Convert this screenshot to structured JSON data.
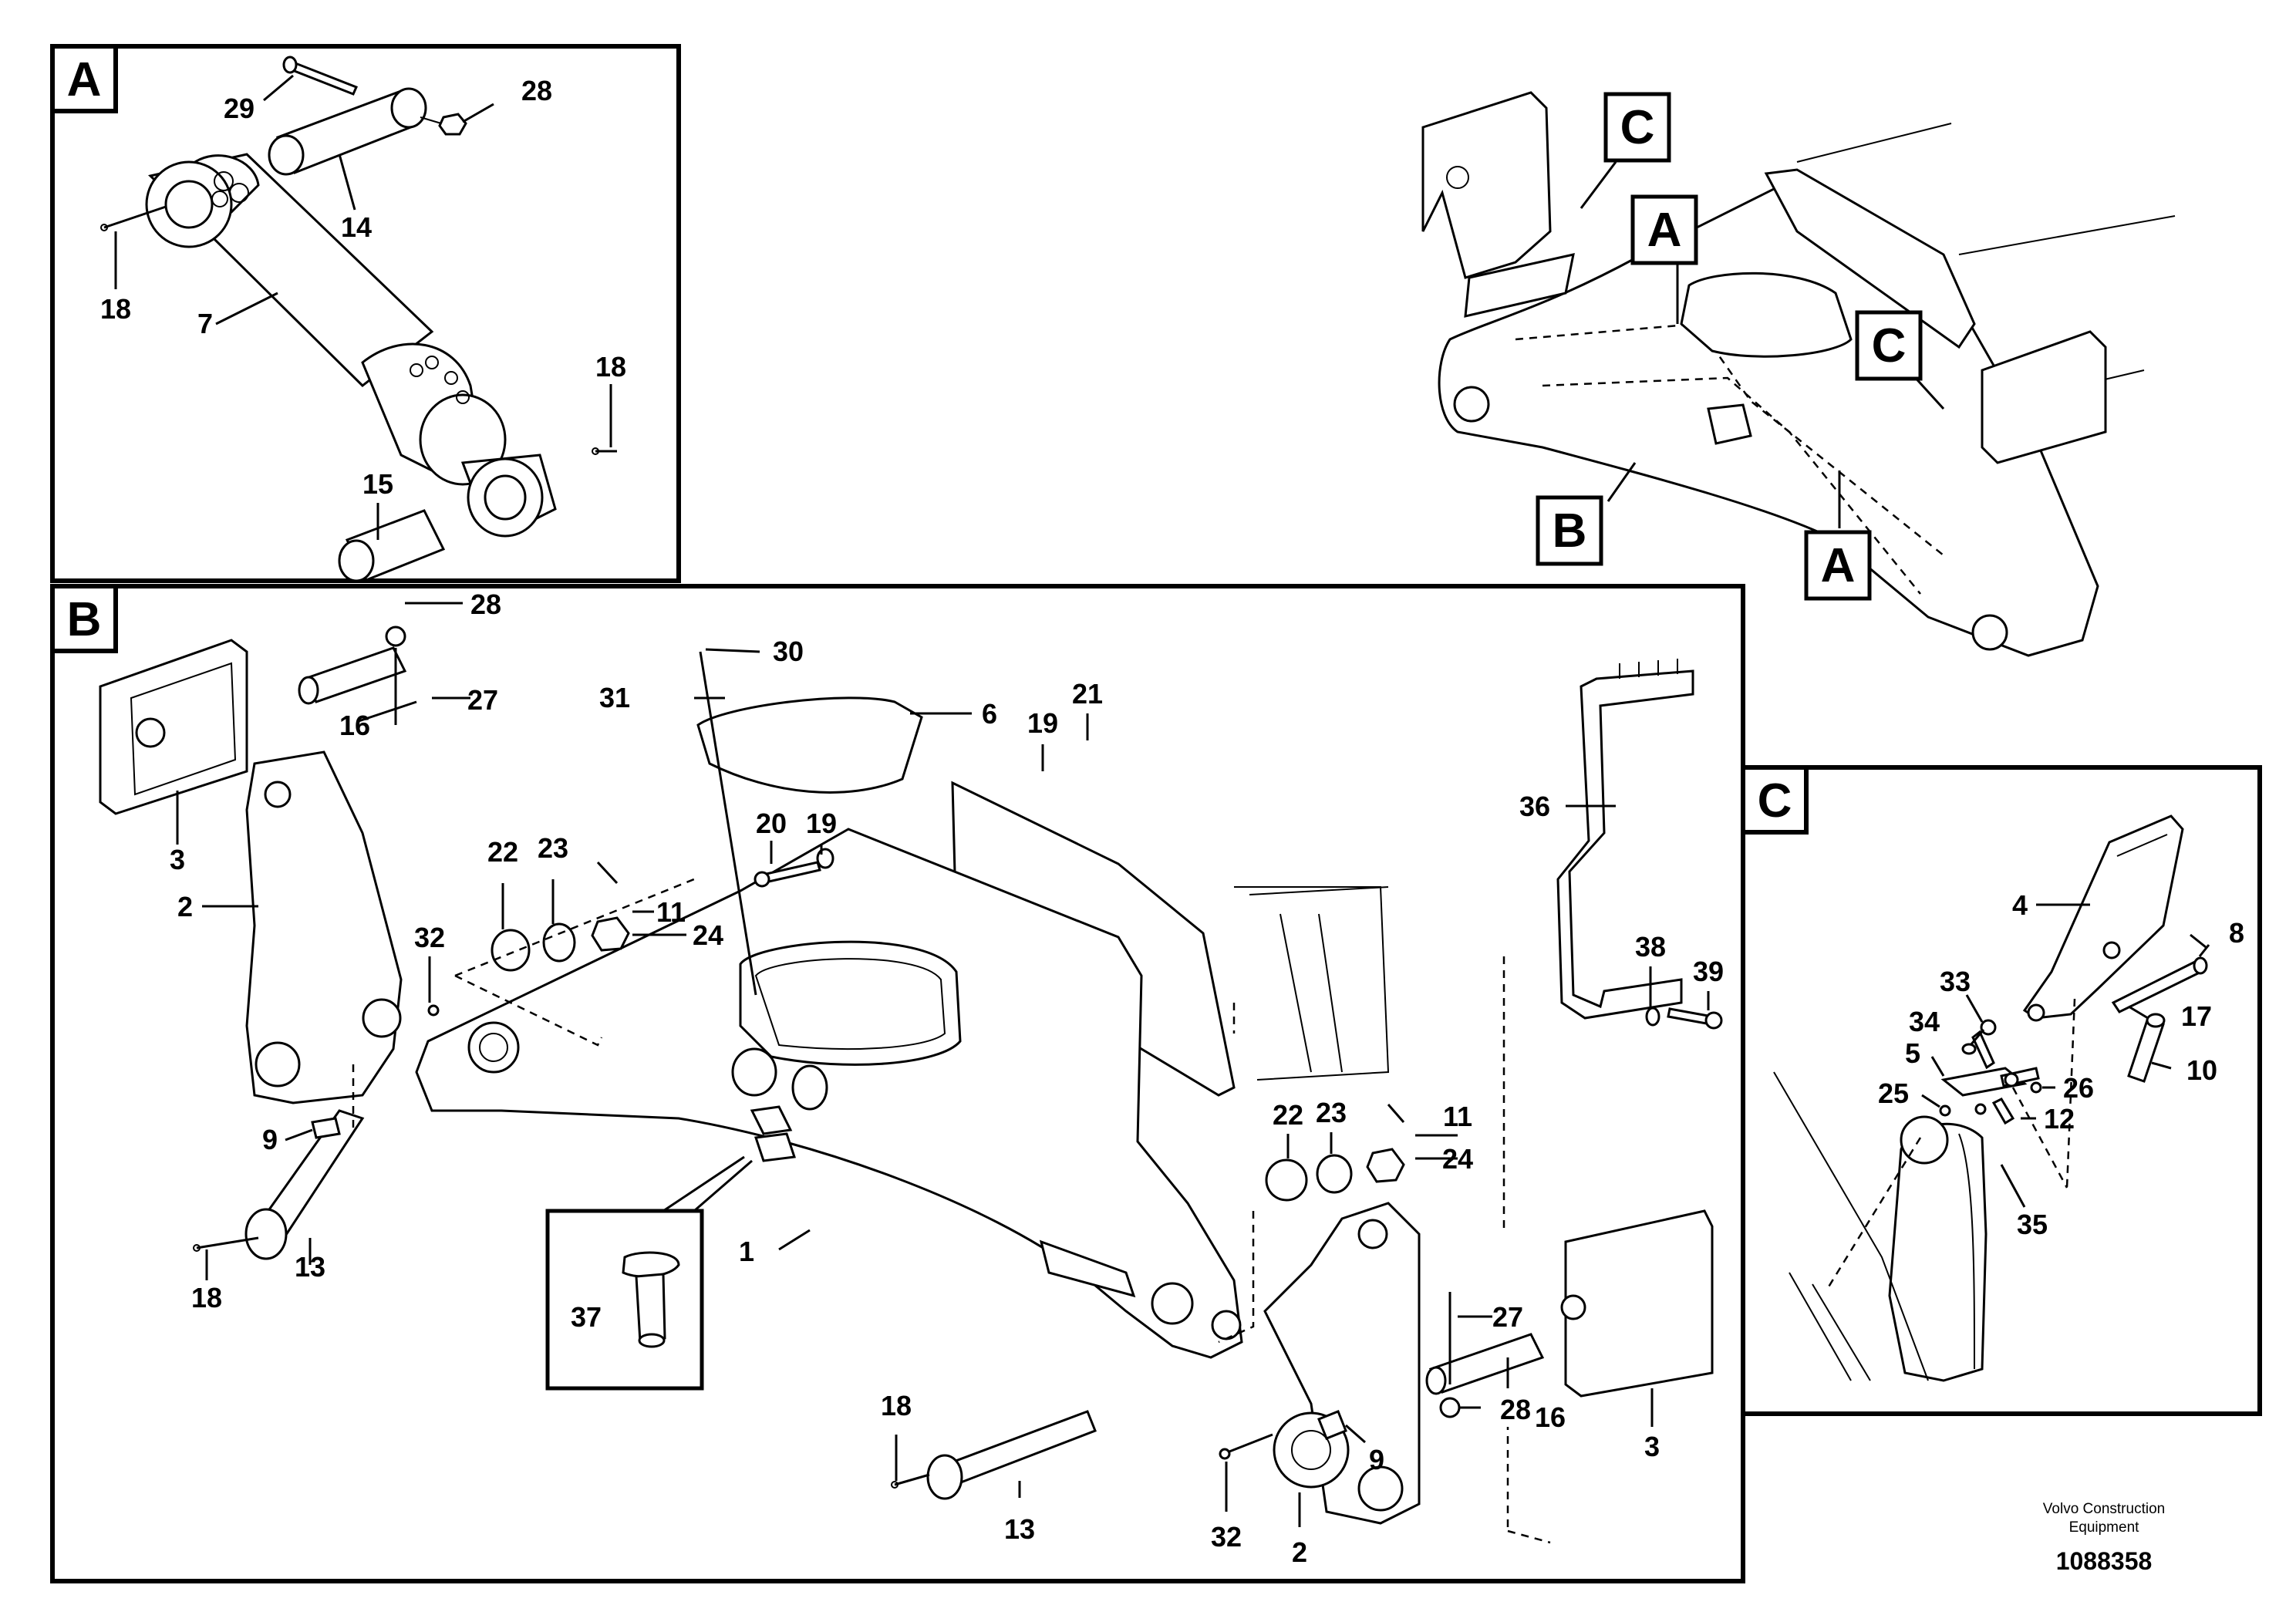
{
  "sections": {
    "A": "A",
    "B": "B",
    "C": "C"
  },
  "overview_callouts": [
    "C",
    "A",
    "C",
    "B",
    "A"
  ],
  "panel_a_numbers": [
    "29",
    "28",
    "14",
    "18",
    "7",
    "18",
    "15"
  ],
  "panel_b_numbers": [
    "28",
    "16",
    "27",
    "3",
    "30",
    "31",
    "6",
    "19",
    "21",
    "20",
    "19",
    "2",
    "22",
    "23",
    "11",
    "24",
    "32",
    "36",
    "38",
    "39",
    "9",
    "18",
    "13",
    "37",
    "1",
    "22",
    "23",
    "11",
    "24",
    "27",
    "16",
    "28",
    "3",
    "18",
    "9",
    "13",
    "32",
    "2"
  ],
  "panel_c_numbers": [
    "4",
    "8",
    "33",
    "17",
    "34",
    "5",
    "10",
    "25",
    "26",
    "12",
    "35"
  ],
  "footer": {
    "brand_line1": "Volvo Construction",
    "brand_line2": "Equipment",
    "doc_number": "1088358"
  }
}
